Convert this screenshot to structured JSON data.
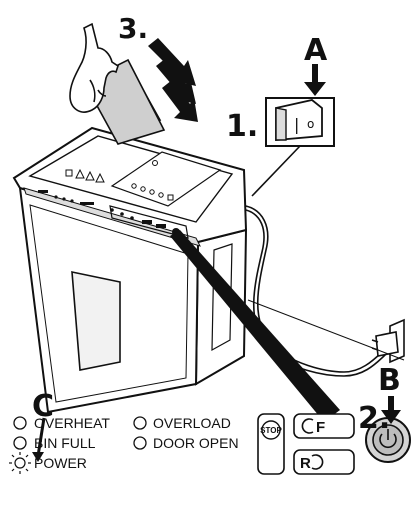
{
  "steps": {
    "step1": "1.",
    "step2": "2.",
    "step3": "3."
  },
  "callouts": {
    "a": "A",
    "b": "B",
    "c": "C"
  },
  "switch": {
    "on_symbol": "|",
    "off_symbol": "o"
  },
  "indicators": {
    "overheat": "OVERHEAT",
    "bin_full": "BIN FULL",
    "power": "POWER",
    "overload": "OVERLOAD",
    "door_open": "DOOR OPEN"
  },
  "buttons": {
    "stop": "STOP",
    "forward": "F",
    "reverse": "R"
  }
}
